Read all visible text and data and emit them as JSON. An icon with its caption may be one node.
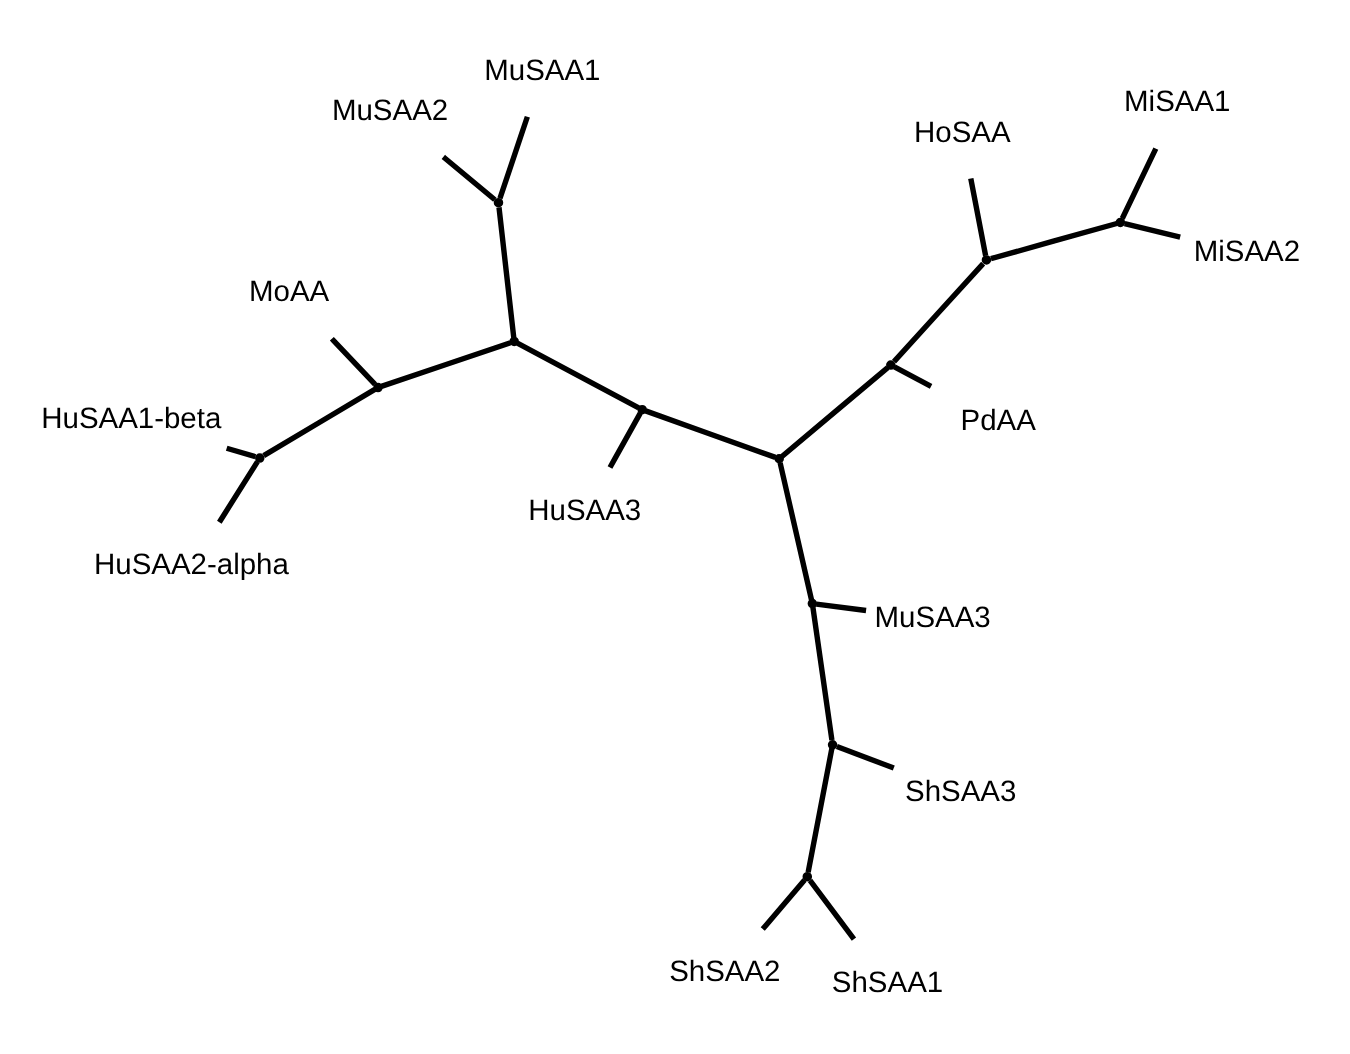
{
  "diagram": {
    "nodes": [
      {
        "text": [
          "MuSAA2"
        ]
      },
      {
        "text": [
          "MuSAA1"
        ]
      },
      {
        "text": [
          "ShSAA1"
        ]
      },
      {
        "text": [
          "MoAA"
        ]
      },
      {
        "text": [
          "HuSAA2-alpha"
        ]
      },
      {
        "text": [
          "ShSAA2"
        ]
      },
      {
        "text": [
          "HuSAA1-beta"
        ]
      },
      {
        "text": [
          "ShSAA3"
        ]
      },
      {
        "text": [
          "HuSAA3"
        ]
      },
      {
        "text": [
          "MuSAA3"
        ]
      },
      {
        "text": [
          "PdAA"
        ]
      },
      {
        "text": [
          "HoSAA"
        ]
      },
      {
        "text": [
          "MiSAA2"
        ]
      },
      {
        "text": [
          "MiSAA1"
        ]
      },
      {
        "text": [],
        "shape": "point"
      },
      {
        "text": [],
        "shape": "point"
      },
      {
        "text": [],
        "shape": "point"
      },
      {
        "text": [],
        "shape": "point"
      },
      {
        "text": [],
        "shape": "point"
      },
      {
        "text": [],
        "shape": "point"
      },
      {
        "text": [],
        "shape": "point"
      },
      {
        "text": [],
        "shape": "point"
      },
      {
        "text": [],
        "shape": "point"
      },
      {
        "text": [],
        "shape": "point"
      },
      {
        "text": [],
        "shape": "point"
      },
      {
        "text": [],
        "shape": "point"
      }
    ],
    "edges": [
      {
        "from": 14,
        "to": 0,
        "arrow": "none"
      },
      {
        "from": 14,
        "to": 1,
        "arrow": "none"
      },
      {
        "from": 14,
        "to": 18,
        "arrow": "none"
      },
      {
        "from": 15,
        "to": 4,
        "arrow": "none"
      },
      {
        "from": 15,
        "to": 6,
        "arrow": "none"
      },
      {
        "from": 15,
        "to": 16,
        "arrow": "none"
      },
      {
        "from": 16,
        "to": 3,
        "arrow": "none"
      },
      {
        "from": 16,
        "to": 18,
        "arrow": "none"
      },
      {
        "from": 18,
        "to": 19,
        "arrow": "none"
      },
      {
        "from": 19,
        "to": 8,
        "arrow": "none"
      },
      {
        "from": 19,
        "to": 22,
        "arrow": "none"
      },
      {
        "from": 17,
        "to": 2,
        "arrow": "none"
      },
      {
        "from": 17,
        "to": 5,
        "arrow": "none"
      },
      {
        "from": 17,
        "to": 20,
        "arrow": "none"
      },
      {
        "from": 20,
        "to": 7,
        "arrow": "none"
      },
      {
        "from": 20,
        "to": 21,
        "arrow": "none"
      },
      {
        "from": 21,
        "to": 9,
        "arrow": "none"
      },
      {
        "from": 21,
        "to": 22,
        "arrow": "none"
      },
      {
        "from": 22,
        "to": 23,
        "arrow": "none"
      },
      {
        "from": 23,
        "to": 10,
        "arrow": "none"
      },
      {
        "from": 23,
        "to": 24,
        "arrow": "none"
      },
      {
        "from": 24,
        "to": 11,
        "arrow": "none"
      },
      {
        "from": 24,
        "to": 25,
        "arrow": "none"
      },
      {
        "from": 25,
        "to": 12,
        "arrow": "none"
      },
      {
        "from": 25,
        "to": 13,
        "arrow": "none"
      }
    ]
  }
}
